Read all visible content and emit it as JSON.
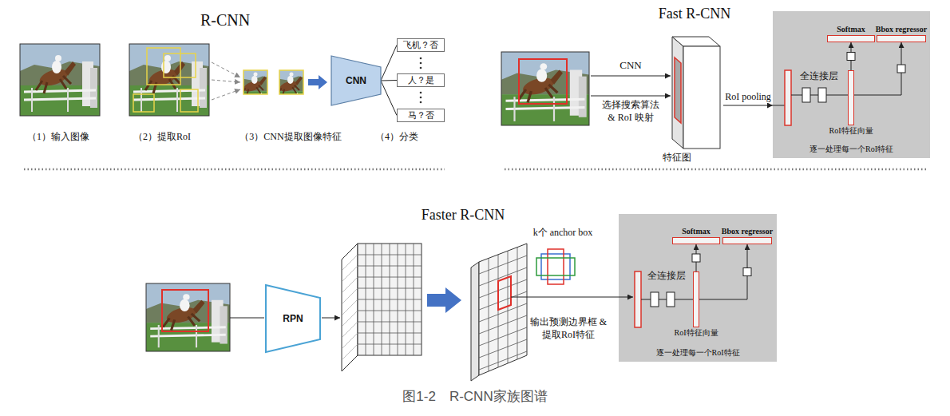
{
  "diagram": {
    "caption": "图1-2　R-CNN家族图谱",
    "nodes": [
      {
        "text": [
          "CNN"
        ]
      },
      {
        "text": [
          "飞机？否"
        ]
      },
      {
        "text": [
          "人？是"
        ]
      },
      {
        "text": [
          "马？否"
        ]
      },
      {
        "text": [
          "特征图"
        ]
      },
      {
        "text": [
          "逐一处理每一个RoI特征"
        ]
      },
      {
        "text": [
          "Softmax"
        ],
        "in": 5
      },
      {
        "text": [
          "Bbox regressor"
        ],
        "in": 5
      },
      {
        "text": [
          "RoI特征向量"
        ],
        "in": 5
      },
      {
        "text": [
          "RPN"
        ]
      },
      {
        "text": [
          "逐一处理每一个RoI特征"
        ]
      },
      {
        "text": [
          "Softmax"
        ],
        "in": 10
      },
      {
        "text": [
          "Bbox regressor"
        ],
        "in": 10
      },
      {
        "text": [
          "RoI特征向量"
        ],
        "in": 10
      }
    ],
    "edges": [
      {
        "from": 0,
        "to": 1,
        "arrow": "none"
      },
      {
        "from": 0,
        "to": 2,
        "arrow": "none"
      },
      {
        "from": 0,
        "to": 3,
        "arrow": "none"
      },
      {
        "from": 4,
        "to": 5,
        "label": "RoI pooling",
        "arrow": "to"
      },
      {
        "from": 8,
        "to": 6,
        "arrow": "to"
      },
      {
        "from": 8,
        "to": 7,
        "arrow": "to"
      },
      {
        "from": 13,
        "to": 11,
        "arrow": "to"
      },
      {
        "from": 13,
        "to": 12,
        "arrow": "to"
      }
    ],
    "labels": [
      "R-CNN",
      "（1）输入图像",
      "（2）提取RoI",
      "（3）CNN提取图像特征",
      "（4）分类",
      "Fast R-CNN",
      "CNN",
      "选择搜索算法 & RoI 映射",
      "全连接层",
      "Faster R-CNN",
      "k个 anchor box",
      "输出预测边界框 & 提取RoI特征",
      "全连接层"
    ]
  }
}
